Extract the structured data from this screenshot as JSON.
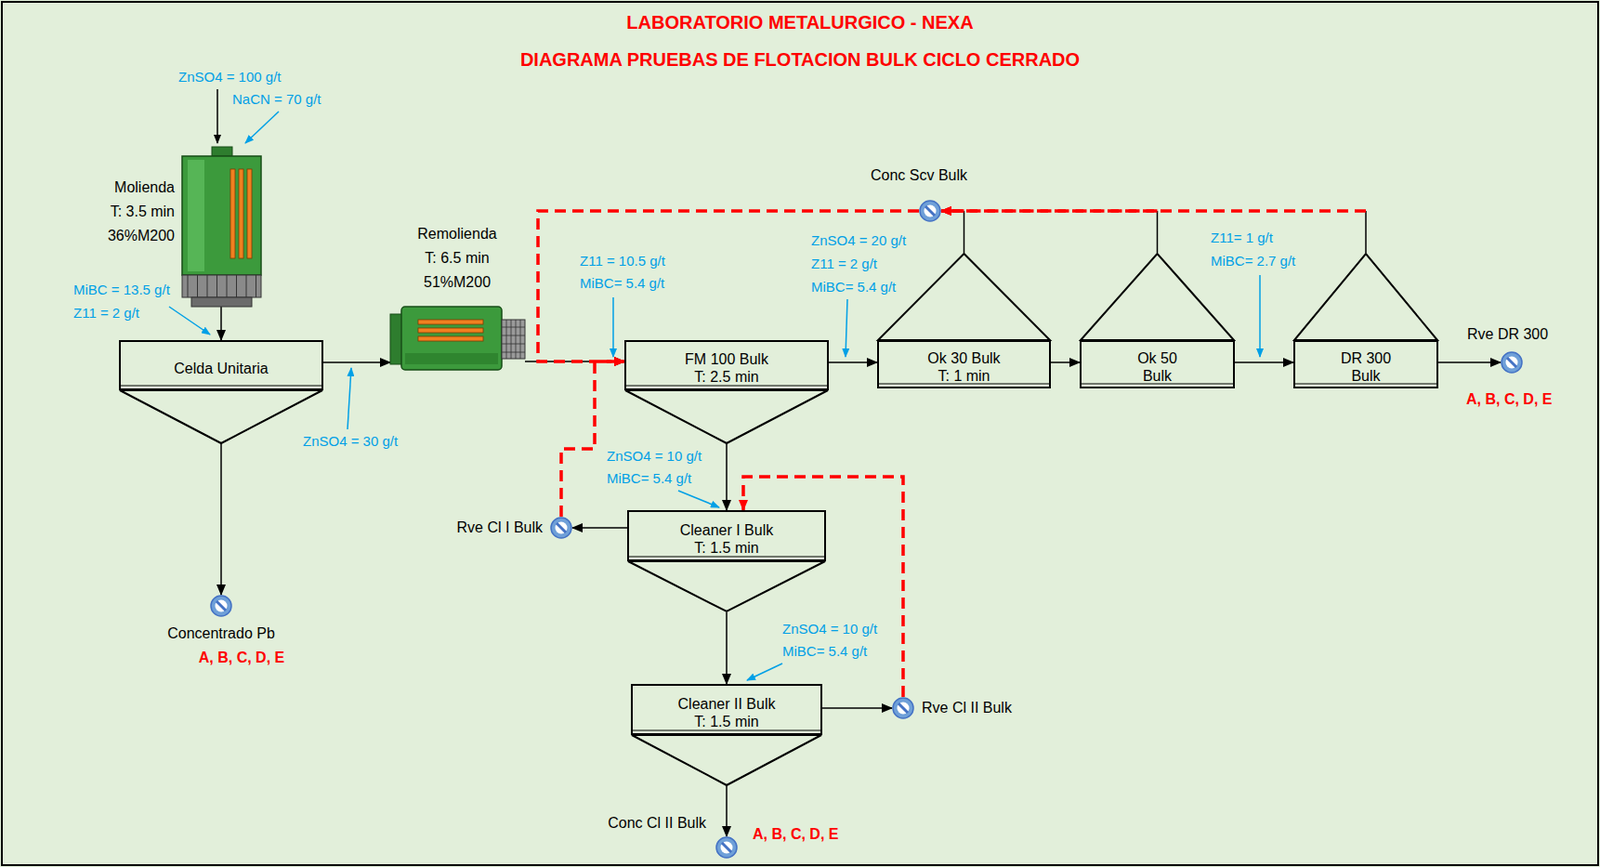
{
  "diagram": {
    "title": "LABORATORIO METALURGICO - NEXA",
    "nodes": [
      {
        "text": [
          "Molienda",
          "T: 3.5 min",
          "36%M200"
        ]
      },
      {
        "text": [
          "Celda Unitaria"
        ]
      },
      {
        "text": [
          "Remolienda",
          "T: 6.5 min",
          "51%M200"
        ]
      },
      {
        "text": [
          "FM 100 Bulk",
          "T: 2.5 min"
        ]
      },
      {
        "text": [
          "Ok 30 Bulk",
          "T: 1 min"
        ]
      },
      {
        "text": [
          "Ok 50 Bulk"
        ]
      },
      {
        "text": [
          "DR 300 Bulk"
        ]
      },
      {
        "text": [
          "Cleaner I Bulk",
          "T: 1.5 min"
        ]
      },
      {
        "text": [
          "Cleaner II Bulk",
          "T: 1.5 min"
        ]
      },
      {
        "text": [
          "Concentrado Pb",
          "A, B, C, D, E"
        ]
      },
      {
        "text": [
          "Conc Scv Bulk"
        ]
      },
      {
        "text": [
          "Rve DR 300",
          "A, B, C, D, E"
        ]
      },
      {
        "text": [
          "Rve Cl I Bulk"
        ]
      },
      {
        "text": [
          "Rve Cl II Bulk"
        ]
      },
      {
        "text": [
          "Conc Cl II Bulk",
          "A, B, C, D, E"
        ]
      }
    ],
    "edges": [
      {
        "from": 0,
        "to": 1,
        "arrow": "to"
      },
      {
        "from": 1,
        "to": 2,
        "arrow": "to"
      },
      {
        "from": 1,
        "to": 9,
        "arrow": "to"
      },
      {
        "from": 2,
        "to": 3,
        "arrow": "to"
      },
      {
        "from": 3,
        "to": 4,
        "arrow": "to"
      },
      {
        "from": 4,
        "to": 5,
        "arrow": "to"
      },
      {
        "from": 5,
        "to": 6,
        "arrow": "to"
      },
      {
        "from": 6,
        "to": 11,
        "arrow": "to"
      },
      {
        "from": 3,
        "to": 7,
        "arrow": "to"
      },
      {
        "from": 7,
        "to": 12,
        "arrow": "to"
      },
      {
        "from": 7,
        "to": 8,
        "arrow": "to"
      },
      {
        "from": 8,
        "to": 13,
        "arrow": "to"
      },
      {
        "from": 8,
        "to": 14,
        "arrow": "to"
      },
      {
        "from": 4,
        "to": 10,
        "arrow": "to"
      },
      {
        "from": 5,
        "to": 10,
        "arrow": "to"
      },
      {
        "from": 6,
        "to": 10,
        "arrow": "to"
      },
      {
        "from": 10,
        "to": 3,
        "arrow": "to"
      },
      {
        "from": 12,
        "to": 3,
        "arrow": "to"
      },
      {
        "from": 13,
        "to": 7,
        "arrow": "to"
      }
    ],
    "labels": [
      "DIAGRAMA PRUEBAS DE FLOTACION BULK CICLO CERRADO",
      "ZnSO4 = 100 g/t",
      "NaCN = 70 g/t",
      "MiBC = 13.5 g/t",
      "Z11 = 2 g/t",
      "ZnSO4 = 30 g/t",
      "Z11 = 10.5 g/t",
      "MiBC= 5.4 g/t",
      "ZnSO4 = 20 g/t",
      "Z11 = 2 g/t",
      "MiBC= 5.4 g/t",
      "Z11= 1 g/t",
      "MiBC= 2.7 g/t",
      "ZnSO4 = 10 g/t",
      "MiBC= 5.4 g/t",
      "ZnSO4 = 10 g/t",
      "MiBC= 5.4 g/t"
    ]
  }
}
